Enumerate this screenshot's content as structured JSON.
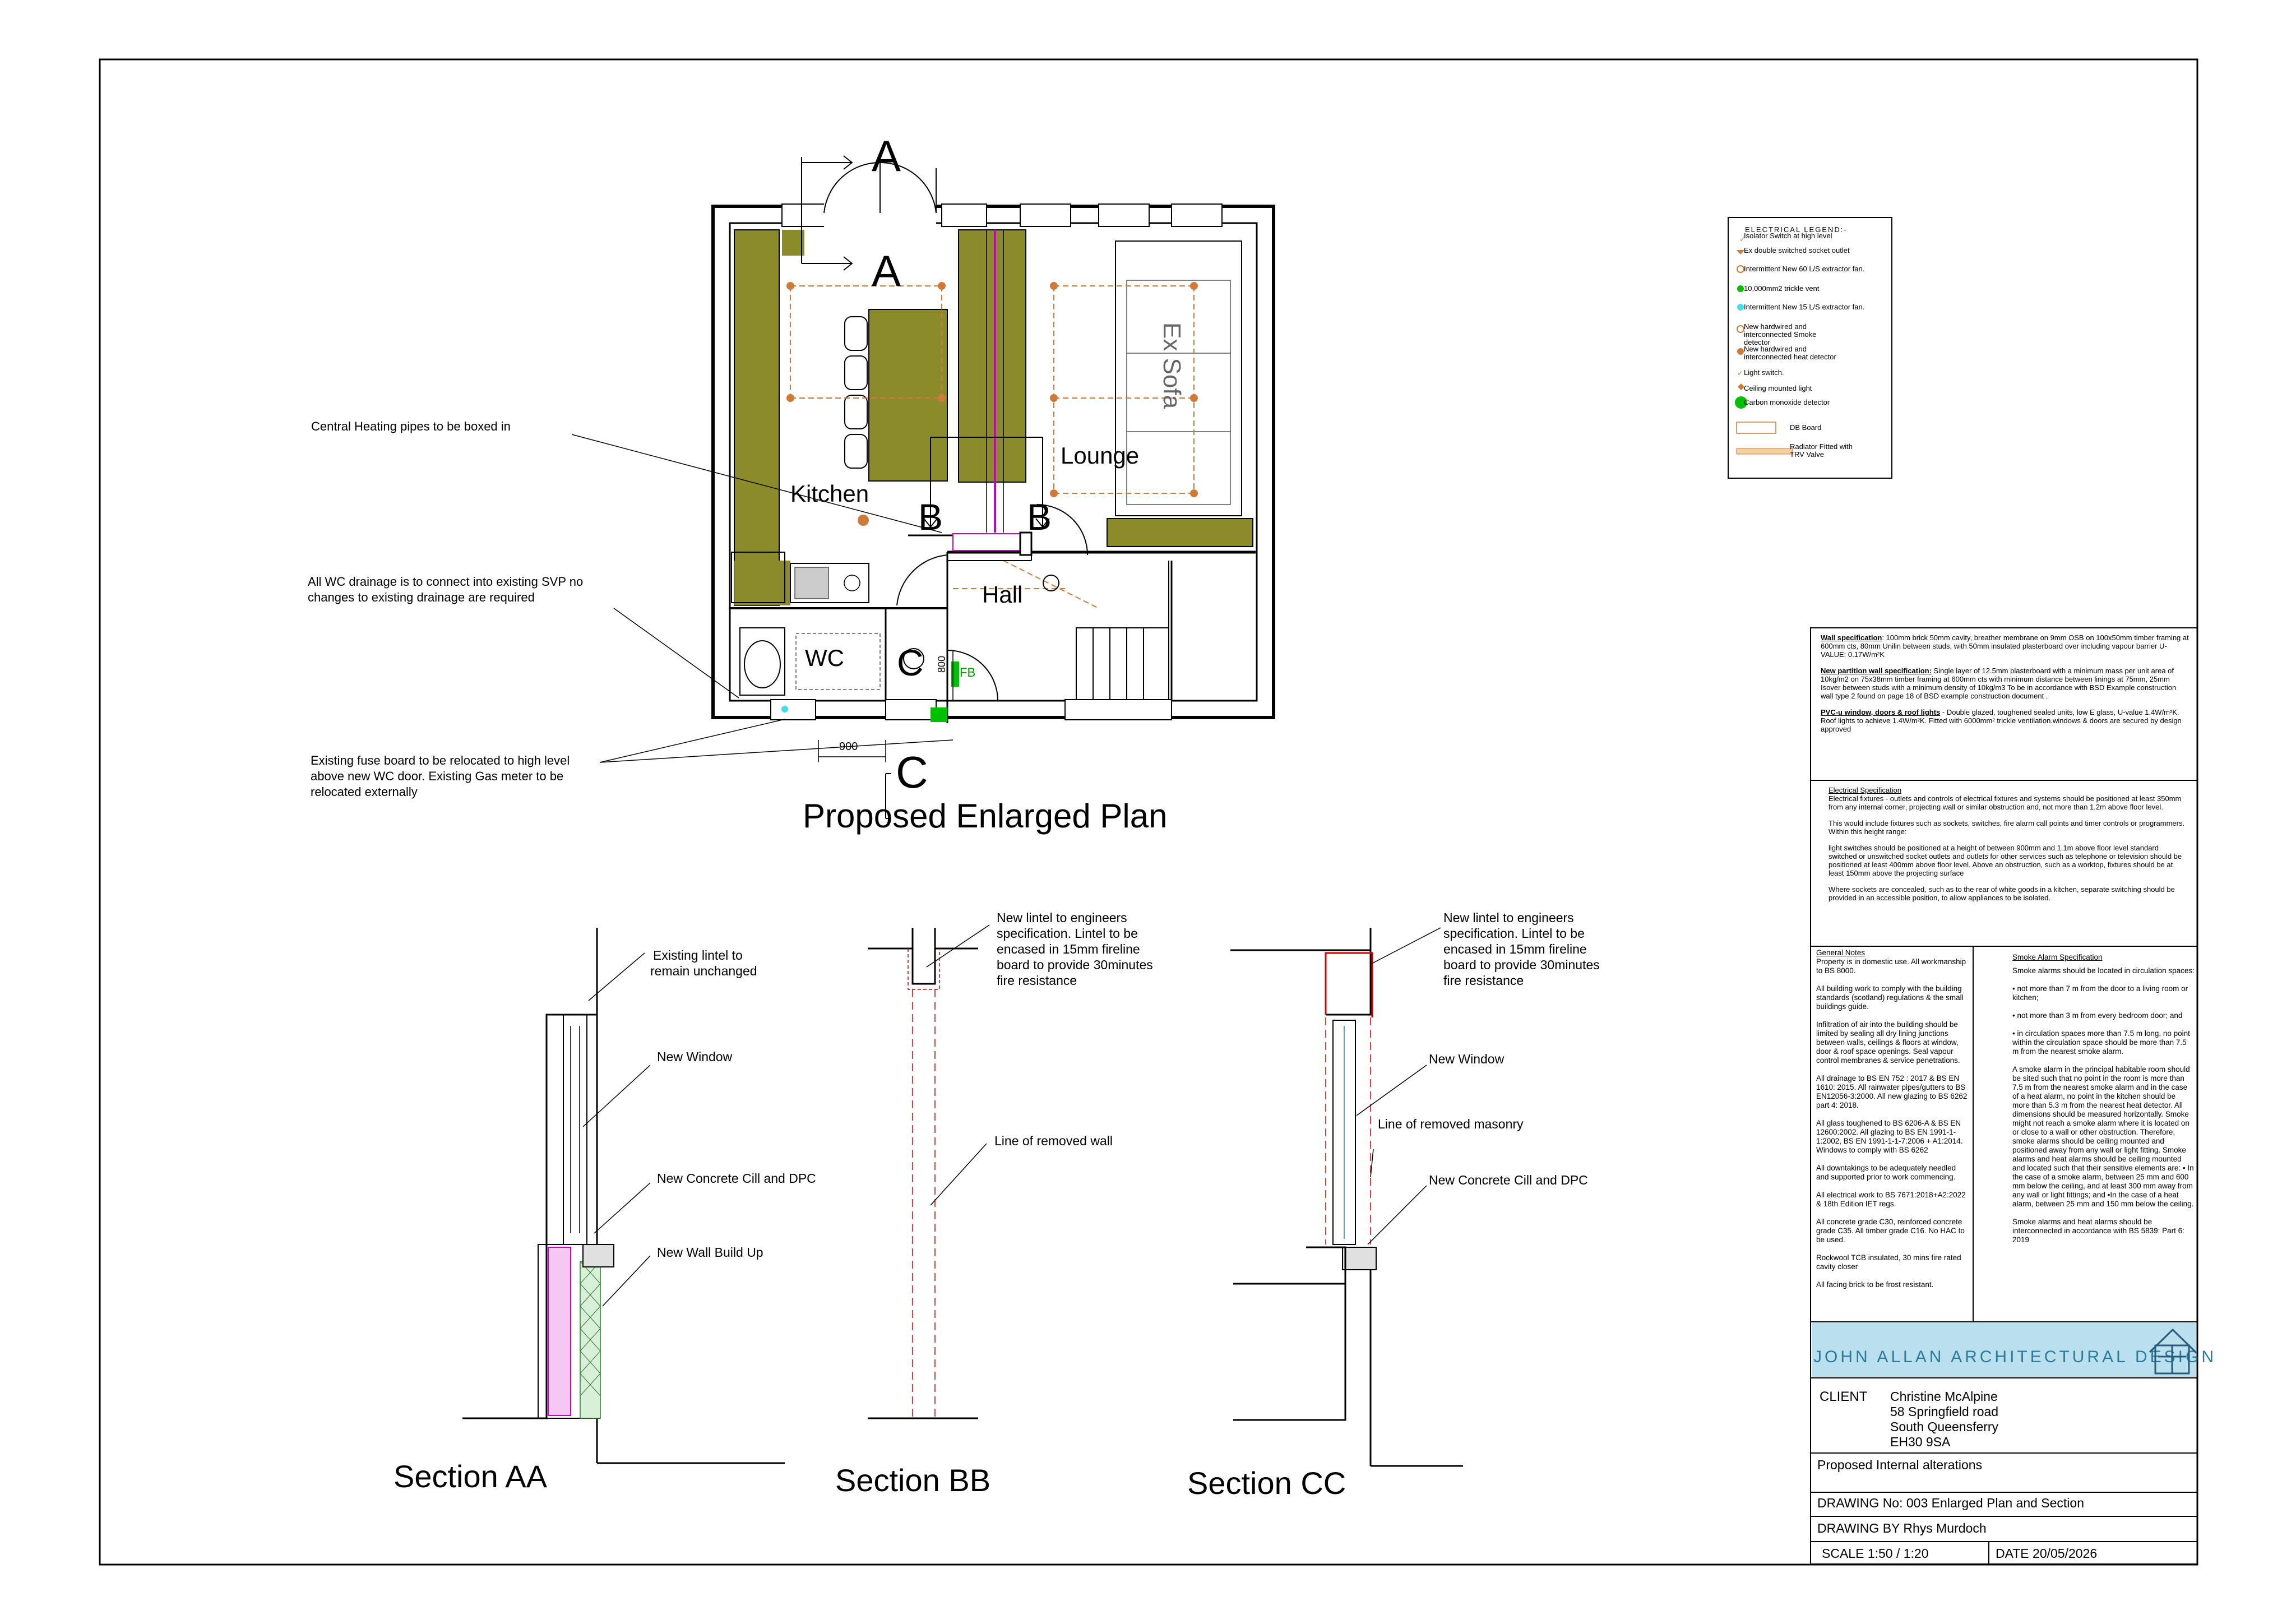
{
  "plan": {
    "title": "Proposed Enlarged Plan",
    "rooms": {
      "kitchen": "Kitchen",
      "lounge": "Lounge",
      "hall": "Hall",
      "wc": "WC",
      "sofa": "Ex Sofa",
      "fb": "FB"
    },
    "section_markers": {
      "a": "A",
      "b": "B",
      "c": "C"
    },
    "dims": {
      "d900": "900",
      "d800": "800"
    }
  },
  "notes": {
    "heating": "Central Heating pipes to be boxed in",
    "drainage_1": "All WC drainage is to connect into existing SVP no",
    "drainage_2": "changes to existing drainage are required",
    "fuse_1": "Existing fuse board to be relocated to high level",
    "fuse_2": "above new WC door. Existing Gas meter to be",
    "fuse_3": "relocated externally"
  },
  "sections": {
    "aa": {
      "title": "Section AA",
      "lintel_1": "Existing lintel to",
      "lintel_2": "remain unchanged",
      "window": "New Window",
      "cill": "New Concrete Cill and DPC",
      "wall": "New Wall Build Up"
    },
    "bb": {
      "title": "Section BB",
      "l1": "New lintel to engineers",
      "l2": "specification. Lintel to be",
      "l3": "encased in 15mm fireline",
      "l4": "board to provide 30minutes",
      "l5": "fire resistance",
      "removed": "Line of removed wall"
    },
    "cc": {
      "title": "Section CC",
      "l1": "New lintel to engineers",
      "l2": "specification. Lintel to be",
      "l3": "encased in 15mm fireline",
      "l4": "board to provide 30minutes",
      "l5": "fire resistance",
      "window": "New Window",
      "masonry": "Line of removed masonry",
      "cill": "New Concrete Cill and DPC"
    }
  },
  "legend": {
    "title": "ELECTRICAL LEGEND:-",
    "items": [
      "Isolator Switch at high level",
      "Ex double switched socket outlet",
      "Intermittent New 60 L/S extractor fan.",
      "10,000mm2 trickle vent",
      "Intermittent New 15 L/S extractor fan.",
      "New hardwired and interconnected Smoke detector",
      "New hardwired and interconnected heat detector",
      "Light switch.",
      "Ceiling mounted light",
      "Carbon monoxide detector",
      "DB Board",
      "Radiator Fitted with TRV Valve"
    ]
  },
  "specs": {
    "wall_h": "Wall specification",
    "wall": ": 100mm brick 50mm cavity, breather membrane on 9mm OSB on 100x50mm timber framing at 600mm cts, 80mm Unilin between studs, with 50mm insulated plasterboard over including vapour barrier U-VALUE: 0.17W/m²K",
    "partition_h": "New partition wall specification:",
    "partition": " Single layer of 12.5mm plasterboard with a minimum mass per unit area of 10kg/m2 on 75x38mm timber framing at 600mm cts with minimum distance between linings at 75mm, 25mm Isover between studs with a minimum density of 10kg/m3 To be in accordance with BSD Example construction wall type 2 found on page 18 of BSD example construction document .",
    "pvc_h": "PVC-u window, doors & roof lights",
    "pvc": " - Double glazed, toughened sealed units, low E glass, U-value 1.4W/m²K. Roof lights to achieve 1.4W/m²K. Fitted with 6000mm² trickle ventilation.windows & doors are secured by design approved"
  },
  "electrical": {
    "h": "Electrical Specification",
    "p1": "Electrical fixtures - outlets and controls of electrical fixtures and systems should be positioned at least 350mm from any internal corner, projecting wall or similar obstruction and, not more than 1.2m above floor level.",
    "p2": "This would include fixtures such as sockets, switches, fire alarm call points and timer controls or programmers. Within this height range:",
    "p3": "light switches should be positioned at a height of between 900mm and 1.1m above floor level standard switched or unswitched socket outlets and outlets for other services such as telephone or television should be positioned at least 400mm above floor level. Above an obstruction, such as a worktop, fixtures should be at least 150mm above the projecting surface",
    "p4": "Where sockets are concealed, such as to the rear of white goods in a kitchen, separate switching should be provided in an accessible position, to allow appliances to be isolated."
  },
  "general": {
    "h": "General Notes",
    "p1": "Property is in domestic use. All workmanship to BS 8000.",
    "p2": "All building work to comply with the building standards (scotland) regulations & the small buildings guide.",
    "p3": "Infiltration of air into the building should be limited by sealing all dry lining junctions between walls, ceilings & floors at window, door & roof space openings. Seal vapour control membranes & service penetrations.",
    "p4": "All drainage to BS EN 752 : 2017 & BS EN 1610: 2015. All rainwater pipes/gutters to BS EN12056-3:2000. All new glazing to BS 6262 part 4: 2018.",
    "p5": "All glass toughened to BS 6206-A & BS EN 12600:2002. All glazing to BS EN 1991-1-1:2002, BS EN 1991-1-1-7:2006 + A1:2014. Windows to comply with BS 6262",
    "p6": "All downtakings to be adequately needled and supported prior to work commencing.",
    "p7": "All electrical work to BS 7671:2018+A2:2022 & 18th Edition IET regs.",
    "p8": "All concrete grade C30, reinforced concrete grade C35. All timber grade C16. No HAC to be used.",
    "p9": "Rockwool TCB insulated, 30 mins fire rated cavity closer",
    "p10": "All facing brick to be frost resistant."
  },
  "smoke": {
    "h": "Smoke Alarm Specification",
    "p1": "Smoke alarms should be located in circulation spaces:",
    "p2": "• not more than 7 m from the door to a living room or kitchen;",
    "p3": "• not more than 3 m from every bedroom door; and",
    "p4": "• in circulation spaces more than 7.5 m long, no point within the circulation space should be more than 7.5 m from the nearest smoke alarm.",
    "p5": "A smoke alarm in the principal habitable room should be sited such that no point in the room is more than 7.5 m from the nearest smoke alarm and in the case of a heat alarm, no point in the kitchen should be more than 5.3 m from the nearest heat detector. All dimensions should be measured horizontally. Smoke might not reach a smoke alarm where it is located on or close to a wall or other obstruction. Therefore, smoke alarms should be ceiling mounted and positioned away from any wall or light fitting. Smoke alarms and heat alarms should be ceiling mounted and located such that their sensitive elements are: • In the case of a smoke alarm, between 25 mm and 600 mm below the ceiling, and at least 300 mm away from any wall or light fittings; and •In the case of a heat alarm, between 25 mm and 150 mm below the ceiling.",
    "p6": "Smoke alarms and heat alarms should be interconnected in accordance with BS 5839: Part 6: 2019"
  },
  "title_block": {
    "company": "JOHN ALLAN ARCHITECTURAL DESIGN",
    "client_label": "CLIENT",
    "client_name": "Christine McAlpine",
    "addr1": "58 Springfield road",
    "addr2": "South Queensferry",
    "addr3": "EH30 9SA",
    "project": "Proposed Internal alterations",
    "drawing": "DRAWING No: 003 Enlarged Plan and Section",
    "drawn_by": "DRAWING BY   Rhys Murdoch",
    "scale": "SCALE    1:50 / 1:20",
    "date": "DATE   20/05/2026"
  },
  "colors": {
    "olive": "#8b8b2b",
    "pipe": "#d07a3a",
    "magenta": "#cc00cc",
    "green": "#00c000",
    "banner": "#b9e0ec",
    "red": "#d00000"
  }
}
